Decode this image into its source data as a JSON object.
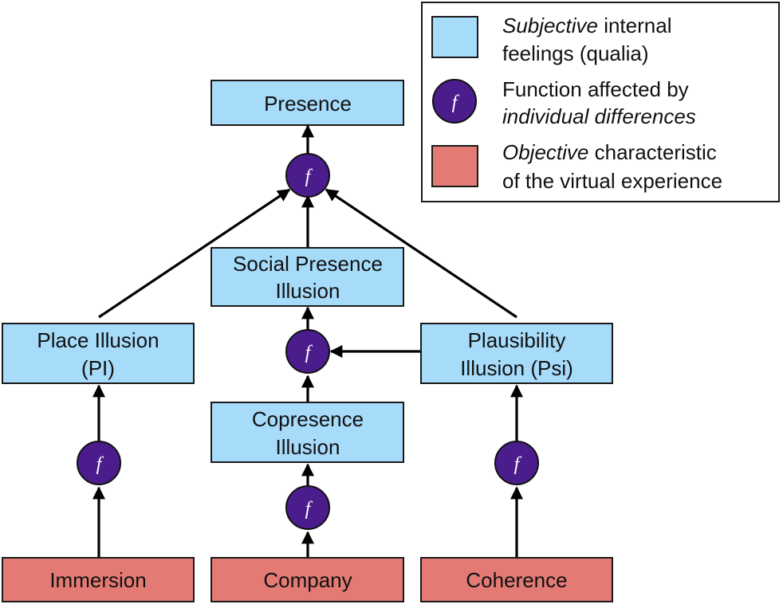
{
  "nodes": {
    "presence": {
      "lines": [
        "Presence"
      ]
    },
    "social_presence_illusion": {
      "lines": [
        "Social Presence",
        "Illusion"
      ]
    },
    "place_illusion": {
      "lines": [
        "Place Illusion",
        "(PI)"
      ]
    },
    "plausibility_illusion": {
      "lines": [
        "Plausibility",
        "Illusion (Psi)"
      ]
    },
    "copresence_illusion": {
      "lines": [
        "Copresence",
        "Illusion"
      ]
    },
    "immersion": {
      "lines": [
        "Immersion"
      ]
    },
    "company": {
      "lines": [
        "Company"
      ]
    },
    "coherence": {
      "lines": [
        "Coherence"
      ]
    }
  },
  "function_symbol": "f",
  "legend": {
    "subjective": {
      "emph": "Subjective",
      "rest_line1": " internal",
      "line2": "feelings (qualia)"
    },
    "function": {
      "line1": "Function affected by",
      "line2_emph": "individual differences"
    },
    "objective": {
      "emph": "Objective",
      "rest_line1": " characteristic",
      "line2": "of the virtual experience"
    }
  },
  "colors": {
    "subjective_box": "#a6dbfa",
    "objective_box": "#e37b74",
    "function_circle": "#4b1d8c"
  }
}
